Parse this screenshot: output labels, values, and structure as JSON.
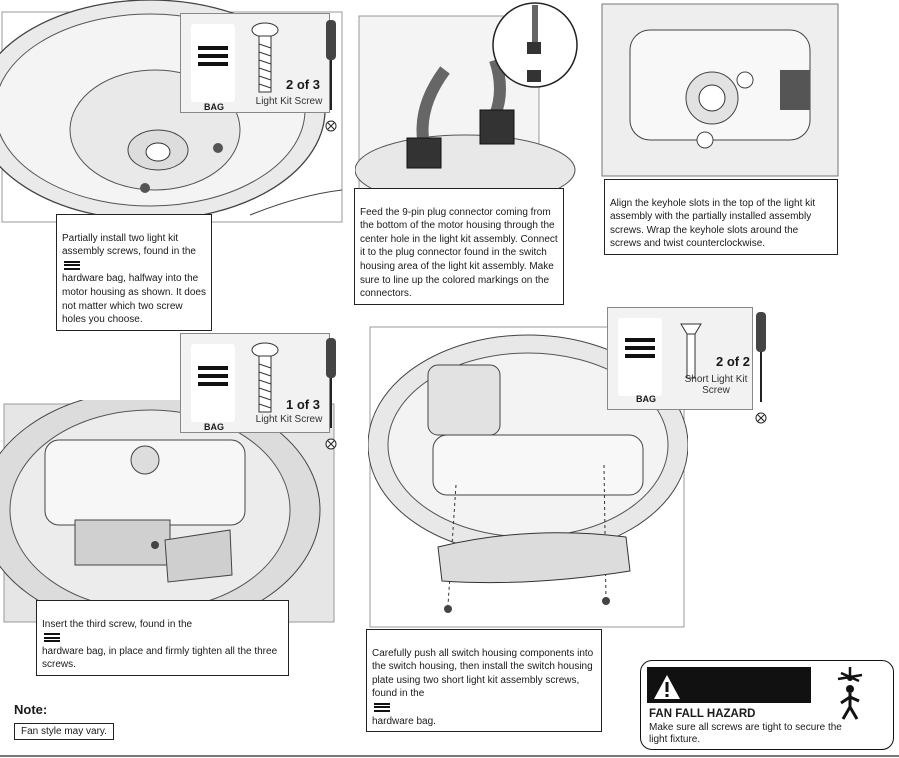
{
  "captions": {
    "step1": "Partially install two light kit assembly screws, found in the",
    "step1_end": "hardware bag, halfway into the motor housing as shown. It does not matter which two screw holes you choose.",
    "step2": "Feed the 9-pin plug connector coming from the bottom of the motor housing through the center hole in the light kit assembly. Connect it to the plug connector found in the switch housing area of the light kit assembly. Make sure to line up the colored markings on the connectors.",
    "step3": "Align the keyhole slots in the top of the light kit assembly with the partially installed assembly screws. Wrap the keyhole slots around the screws and twist counterclockwise.",
    "step4_a": "Insert the third screw, found in the",
    "step4_b": "hardware bag, in place and firmly tighten all the three screws.",
    "step5_a": "Carefully push all switch housing components into the switch housing, then install the switch housing plate using two short light kit assembly screws, found in the",
    "step5_b": "hardware bag."
  },
  "bags": {
    "b1": {
      "label": "BAG",
      "count": "2 of 3",
      "kind": "Light Kit Screw"
    },
    "b2": {
      "label": "BAG",
      "count": "1 of 3",
      "kind": "Light Kit Screw"
    },
    "b3": {
      "label": "BAG",
      "count": "2 of 2",
      "kind": "Short Light Kit Screw"
    }
  },
  "note": {
    "title": "Note:",
    "text": "Fan style may vary."
  },
  "warning": {
    "title": "WARNING",
    "subtitle": "FAN FALL HAZARD",
    "text": "Make sure all screws are tight to secure the light fixture."
  }
}
